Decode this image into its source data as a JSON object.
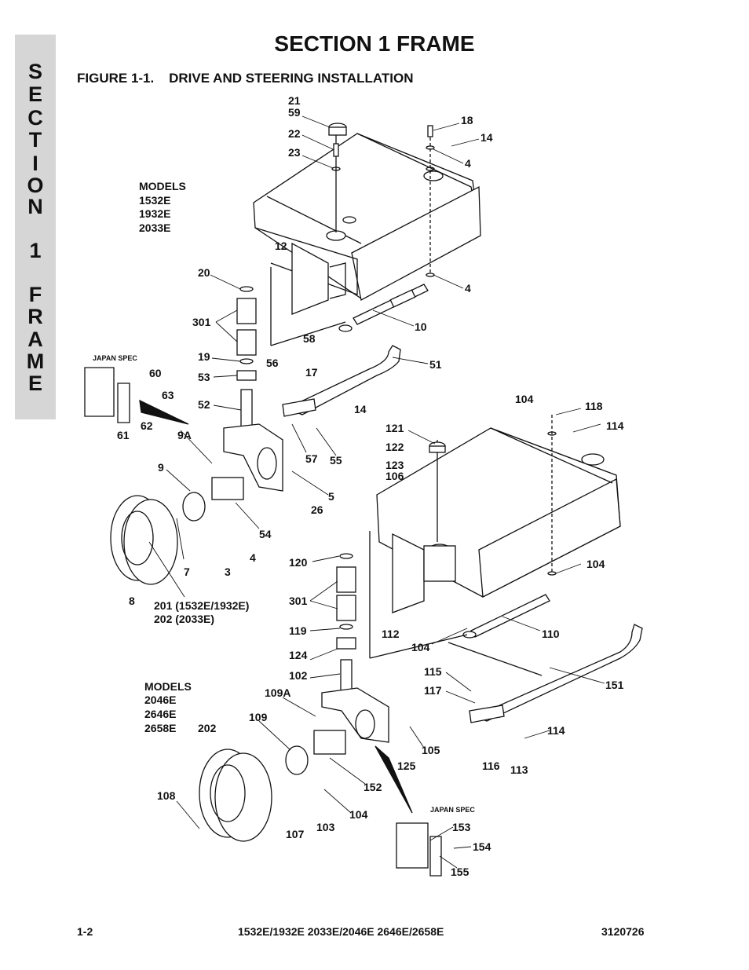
{
  "section_tab": [
    "S",
    "E",
    "C",
    "T",
    "I",
    "O",
    "N",
    "",
    "1",
    "",
    "F",
    "R",
    "A",
    "M",
    "E"
  ],
  "header": {
    "title": "SECTION 1  FRAME",
    "figure_caption": "FIGURE 1-1.    DRIVE AND STEERING INSTALLATION"
  },
  "upper_models": {
    "heading": "MODELS",
    "list": [
      "1532E",
      "1932E",
      "2033E"
    ]
  },
  "lower_models": {
    "heading": "MODELS",
    "list": [
      "2046E",
      "2646E",
      "2658E"
    ]
  },
  "japan_spec_1": "JAPAN SPEC",
  "japan_spec_2": "JAPAN SPEC",
  "wheel_upper": {
    "line1": "201 (1532E/1932E)",
    "line2": "202 (2033E)"
  },
  "callouts_upper": [
    "21",
    "59",
    "22",
    "23",
    "18",
    "14",
    "4",
    "12",
    "20",
    "301",
    "4",
    "10",
    "58",
    "19",
    "53",
    "56",
    "17",
    "51",
    "52",
    "14",
    "57",
    "55",
    "60",
    "63",
    "62",
    "61",
    "9A",
    "9",
    "5",
    "26",
    "54",
    "4",
    "7",
    "3",
    "8"
  ],
  "callouts_lower": [
    "104",
    "118",
    "114",
    "121",
    "122",
    "123",
    "106",
    "120",
    "104",
    "301",
    "119",
    "112",
    "110",
    "104",
    "124",
    "102",
    "115",
    "117",
    "151",
    "109A",
    "109",
    "202",
    "114",
    "105",
    "116",
    "113",
    "125",
    "152",
    "108",
    "103",
    "104",
    "107",
    "153",
    "154",
    "155"
  ],
  "footer": {
    "page": "1-2",
    "models": "1532E/1932E 2033E/2046E 2646E/2658E",
    "doc_number": "3120726"
  }
}
